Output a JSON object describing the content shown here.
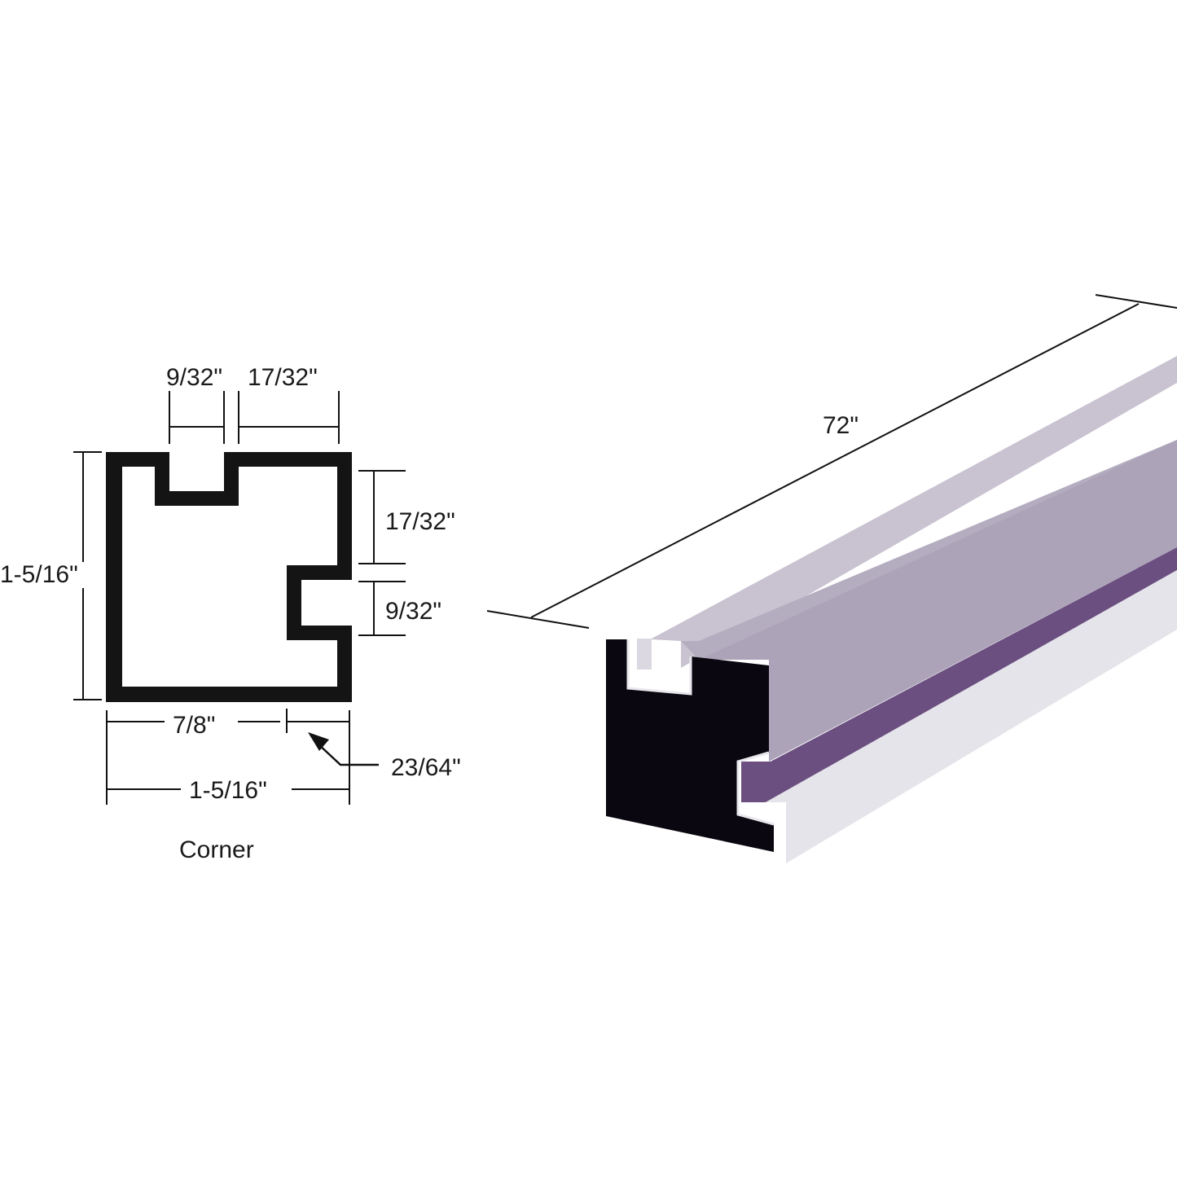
{
  "profile": {
    "caption": "Corner",
    "dims": {
      "top_slot_width": "9/32\"",
      "top_right_width": "17/32\"",
      "right_upper_height": "17/32\"",
      "right_slot_height": "9/32\"",
      "overall_height": "1-5/16\"",
      "bottom_left_width": "7/8\"",
      "wall_offset": "23/64\"",
      "overall_width": "1-5/16\""
    }
  },
  "extrusion": {
    "length_label": "72\""
  },
  "colors": {
    "line": "#111111",
    "profile_fill": "#141414",
    "extrusion_end": "#0b0710",
    "extrusion_top": "#c9c3d1",
    "extrusion_side": "#b4acbf",
    "extrusion_groove": "#6b4f80",
    "extrusion_lip": "#e4e4ea"
  }
}
